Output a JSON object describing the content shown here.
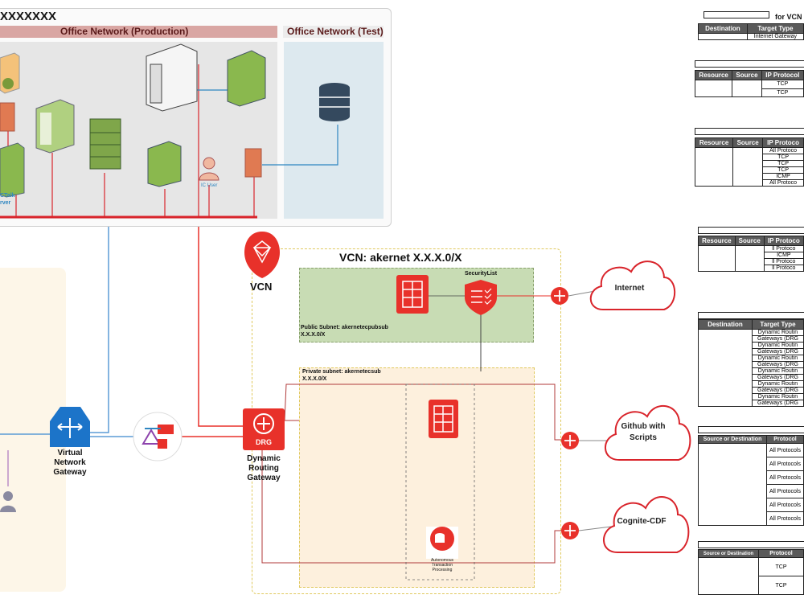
{
  "office": {
    "title": "XXXXXXX",
    "production_label": "Office Network (Production)",
    "test_label": "Office Network (Test)",
    "ectalk_label_1": "CTalk",
    "ectalk_label_2": "rver",
    "ec_user_label": "IC User"
  },
  "vcn": {
    "icon_label": "VCN",
    "title": "VCN: akernet X.X.X.0/X",
    "security_list_label": "SecurityList",
    "public_subnet_label": "Public Subnet: akernetecpubsub",
    "public_subnet_cidr": "X.X.X.0/X",
    "private_subnet_label": "Private subnet: akernetecsub",
    "private_subnet_cidr": "X.X.X.0/X",
    "atp_label_1": "Autonomous",
    "atp_label_2": "Transaction",
    "atp_label_3": "Processing"
  },
  "gateways": {
    "drg_icon_text": "DRG",
    "drg_label": [
      "Dynamic",
      "Routing",
      "Gateway"
    ],
    "vng_label": [
      "Virtual",
      "Network",
      "Gateway"
    ]
  },
  "clouds": {
    "internet": "Internet",
    "github": [
      "Github with",
      "Scripts"
    ],
    "cognite": "Cognite-CDF"
  },
  "tables": {
    "t1_title": "for VCN",
    "t1_headers": [
      "Destination",
      "Target Type"
    ],
    "t1_rows": [
      [
        "",
        "Internet Gateway"
      ]
    ],
    "t2_headers": [
      "Resource",
      "Source",
      "IP Protocol"
    ],
    "t2_rows": [
      "TCP",
      "TCP"
    ],
    "t3_headers": [
      "Resource",
      "Source",
      "IP Protoco"
    ],
    "t3_rows": [
      "All Protoco",
      "TCP",
      "TCP",
      "TCP",
      "ICMP",
      "All Protoco"
    ],
    "t4_headers": [
      "Resource",
      "Source",
      "IP Protoco"
    ],
    "t4_rows": [
      "ll Protoco",
      "ICMP",
      "ll Protoco",
      "ll Protoco"
    ],
    "t5_headers": [
      "Destination",
      "Target Type"
    ],
    "t5_rows": [
      "Dynamic Routin",
      "Gateways (DRG",
      "Dynamic Routin",
      "Gateways (DRG",
      "Dynamic Routin",
      "Gateways (DRG",
      "Dynamic Routin",
      "Gateways (DRG",
      "Dynamic Routin",
      "Gateways (DRG",
      "Dynamic Routin",
      "Gateways (DRG"
    ],
    "t6_headers": [
      "Source or Destination",
      "Protocol"
    ],
    "t6_rows": [
      "All Protocols",
      "All Protocols",
      "All Protocols",
      "All Protocols",
      "All Protocols",
      "All Protocols"
    ],
    "t7_headers": [
      "Source or Destination",
      "Protocol"
    ],
    "t7_rows": [
      "TCP",
      "TCP"
    ]
  },
  "colors": {
    "oracle_red": "#e8312a",
    "production_bar": "#d9a6a3",
    "test_bar": "#e9e9e9",
    "public_subnet": "#c8dcb4",
    "private_subnet": "#fdf0dd",
    "azure_blue": "#1c74c9"
  }
}
